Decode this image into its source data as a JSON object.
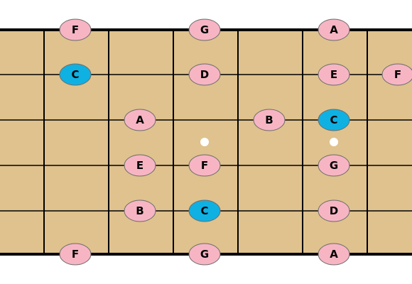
{
  "fretboard": {
    "colors": {
      "wood": "#dfc28e",
      "line": "#000000",
      "note_fill": "#f7b5c4",
      "root_fill": "#0fb1e3",
      "note_stroke": "#6b6b6b",
      "inlay": "#ffffff",
      "text": "#000000"
    },
    "inlay_dots": [
      {
        "fret": 3
      },
      {
        "fret": 5
      }
    ],
    "notes": [
      {
        "string": 1,
        "fret": 1,
        "label": "F",
        "root": false
      },
      {
        "string": 1,
        "fret": 3,
        "label": "G",
        "root": false
      },
      {
        "string": 1,
        "fret": 5,
        "label": "A",
        "root": false
      },
      {
        "string": 2,
        "fret": 1,
        "label": "C",
        "root": true
      },
      {
        "string": 2,
        "fret": 3,
        "label": "D",
        "root": false
      },
      {
        "string": 2,
        "fret": 5,
        "label": "E",
        "root": false
      },
      {
        "string": 2,
        "fret": 6,
        "label": "F",
        "root": false
      },
      {
        "string": 3,
        "fret": 2,
        "label": "A",
        "root": false
      },
      {
        "string": 3,
        "fret": 4,
        "label": "B",
        "root": false
      },
      {
        "string": 3,
        "fret": 5,
        "label": "C",
        "root": true
      },
      {
        "string": 4,
        "fret": 2,
        "label": "E",
        "root": false
      },
      {
        "string": 4,
        "fret": 3,
        "label": "F",
        "root": false
      },
      {
        "string": 4,
        "fret": 5,
        "label": "G",
        "root": false
      },
      {
        "string": 5,
        "fret": 2,
        "label": "B",
        "root": false
      },
      {
        "string": 5,
        "fret": 3,
        "label": "C",
        "root": true
      },
      {
        "string": 5,
        "fret": 5,
        "label": "D",
        "root": false
      },
      {
        "string": 6,
        "fret": 1,
        "label": "F",
        "root": false
      },
      {
        "string": 6,
        "fret": 3,
        "label": "G",
        "root": false
      },
      {
        "string": 6,
        "fret": 5,
        "label": "A",
        "root": false
      }
    ]
  }
}
